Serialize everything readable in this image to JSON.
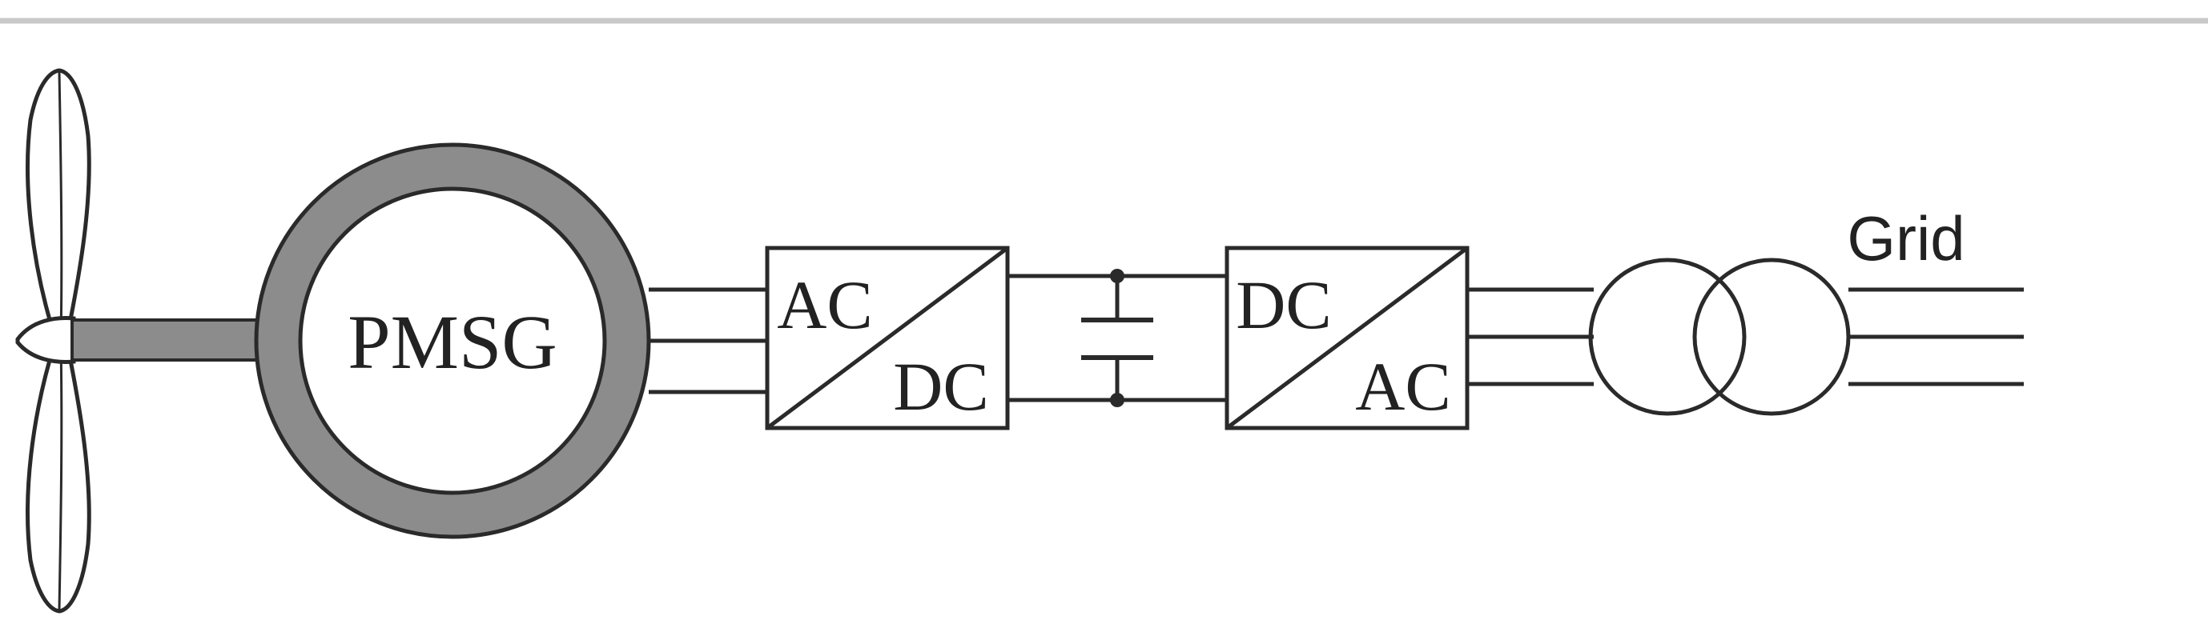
{
  "generator": {
    "label": "PMSG"
  },
  "rectifier": {
    "top_label": "AC",
    "bottom_label": "DC"
  },
  "inverter": {
    "top_label": "DC",
    "bottom_label": "AC"
  },
  "grid": {
    "label": "Grid"
  },
  "colors": {
    "line": "#2a2a2a",
    "stator_ring": "#8c8c8c",
    "shaft": "#8c8c8c",
    "top_rule": "#c8c8c8"
  }
}
